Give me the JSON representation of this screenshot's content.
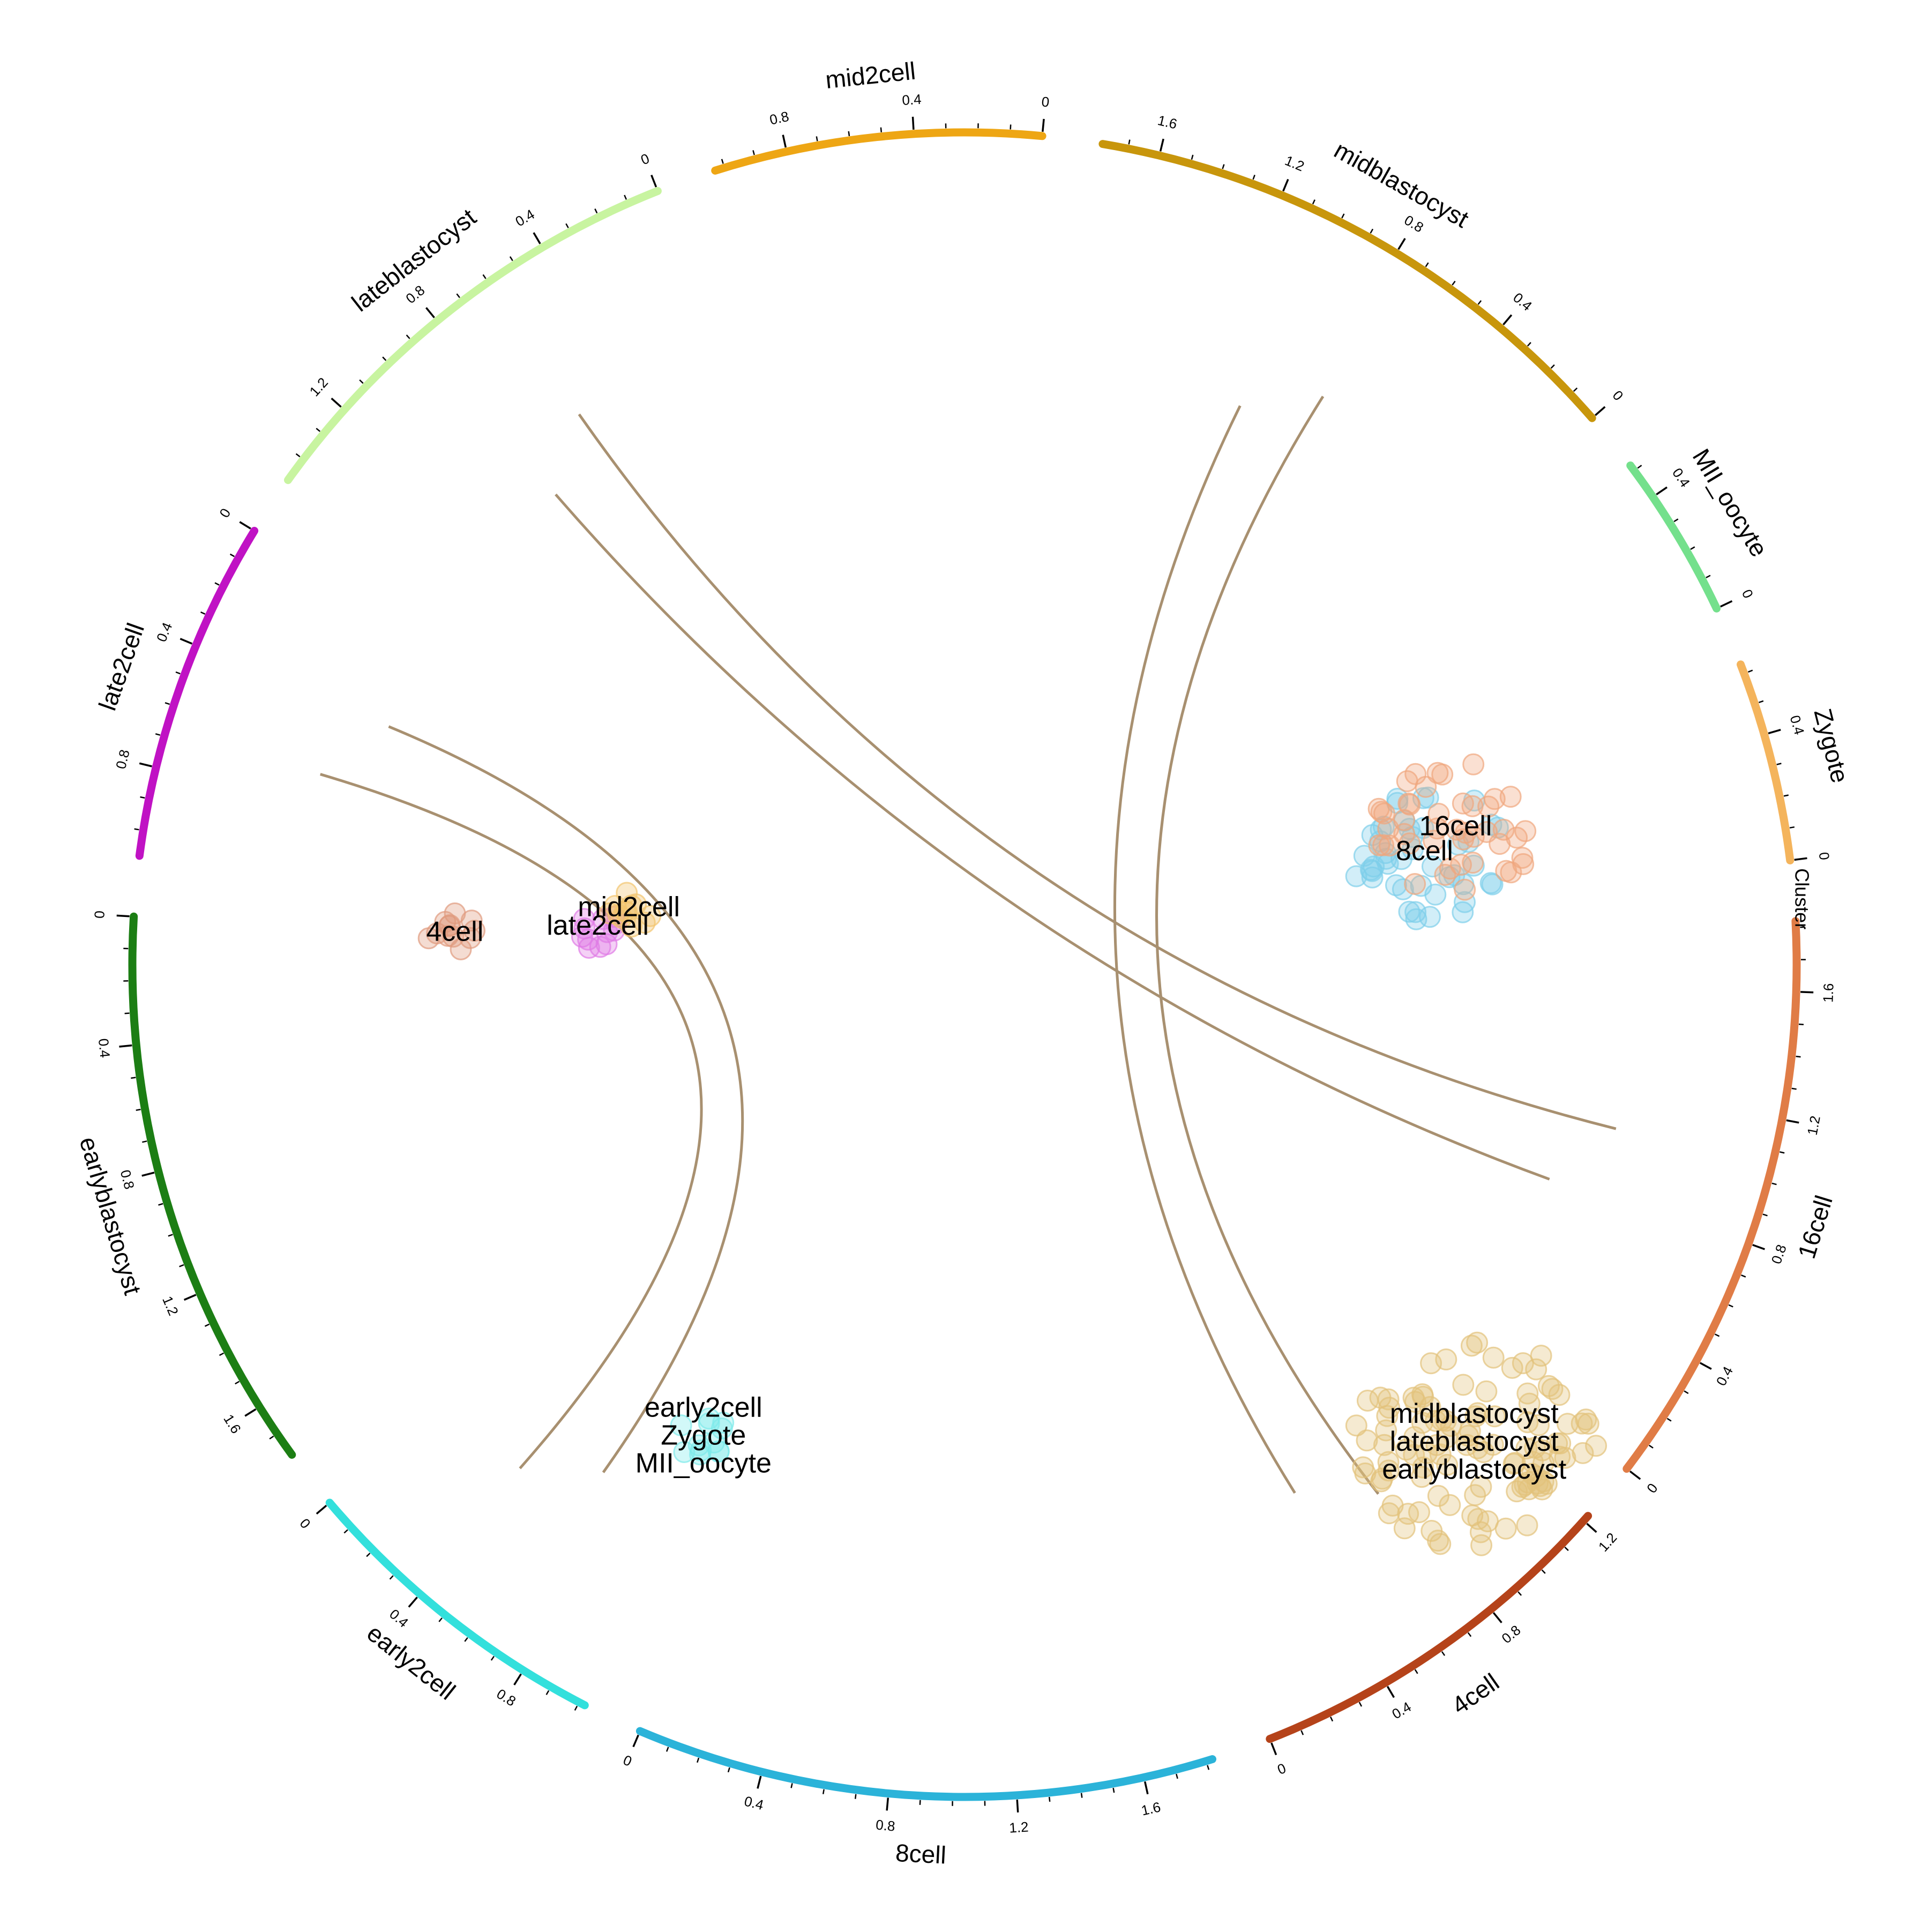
{
  "chart_data": {
    "type": "scatter",
    "ring_title": "Cluster",
    "segments": [
      {
        "name": "16cell",
        "color": "#E07C46",
        "length": 1.82
      },
      {
        "name": "4cell",
        "color": "#B5431A",
        "length": 1.22
      },
      {
        "name": "8cell",
        "color": "#2BB3D9",
        "length": 1.82
      },
      {
        "name": "early2cell",
        "color": "#33E0DC",
        "length": 1.02
      },
      {
        "name": "earlyblastocyst",
        "color": "#1C7E14",
        "length": 1.78
      },
      {
        "name": "late2cell",
        "color": "#C012C4",
        "length": 1.08
      },
      {
        "name": "lateblastocyst",
        "color": "#C8F4A0",
        "length": 1.48
      },
      {
        "name": "mid2cell",
        "color": "#EEA614",
        "length": 1.03
      },
      {
        "name": "midblastocyst",
        "color": "#C8960C",
        "length": 1.78
      },
      {
        "name": "MII_oocyte",
        "color": "#74E08C",
        "length": 0.52
      },
      {
        "name": "Zygote",
        "color": "#F4B45C",
        "length": 0.63
      }
    ],
    "tick_step": 0.1,
    "tick_label_step": 0.4,
    "tick_labels": [
      "0",
      "0.4",
      "0.8",
      "1.2",
      "1.6"
    ],
    "clusters": [
      {
        "labels": [
          "8cell"
        ],
        "center": [
          0.74,
          0.18
        ],
        "color": "#7ECFEA"
      },
      {
        "labels": [
          "16cell"
        ],
        "center": [
          0.79,
          0.22
        ],
        "color": "#F0A67E"
      },
      {
        "labels": [
          "4cell"
        ],
        "center": [
          -0.82,
          0.05
        ],
        "color": "#E09A7E"
      },
      {
        "labels": [
          "late2cell"
        ],
        "center": [
          -0.59,
          0.06
        ],
        "color": "#E07AE6"
      },
      {
        "labels": [
          "mid2cell"
        ],
        "center": [
          -0.54,
          0.09
        ],
        "color": "#F2C46E"
      },
      {
        "labels": [
          "early2cell",
          "Zygote",
          "MII_oocyte"
        ],
        "center": [
          -0.42,
          -0.76
        ],
        "color": "#7EEAEA"
      },
      {
        "labels": [
          "midblastocyst",
          "lateblastocyst",
          "earlyblastocyst"
        ],
        "center": [
          0.82,
          -0.77
        ],
        "color": "#E3C27A"
      }
    ],
    "links": [
      {
        "from": "4cell",
        "to": "midblastocyst"
      },
      {
        "from": "late2cell",
        "to": "early2cell"
      },
      {
        "from": "16cell",
        "to": "lateblastocyst"
      }
    ],
    "link_color": "#A89070",
    "legend": "none",
    "grid": false
  }
}
